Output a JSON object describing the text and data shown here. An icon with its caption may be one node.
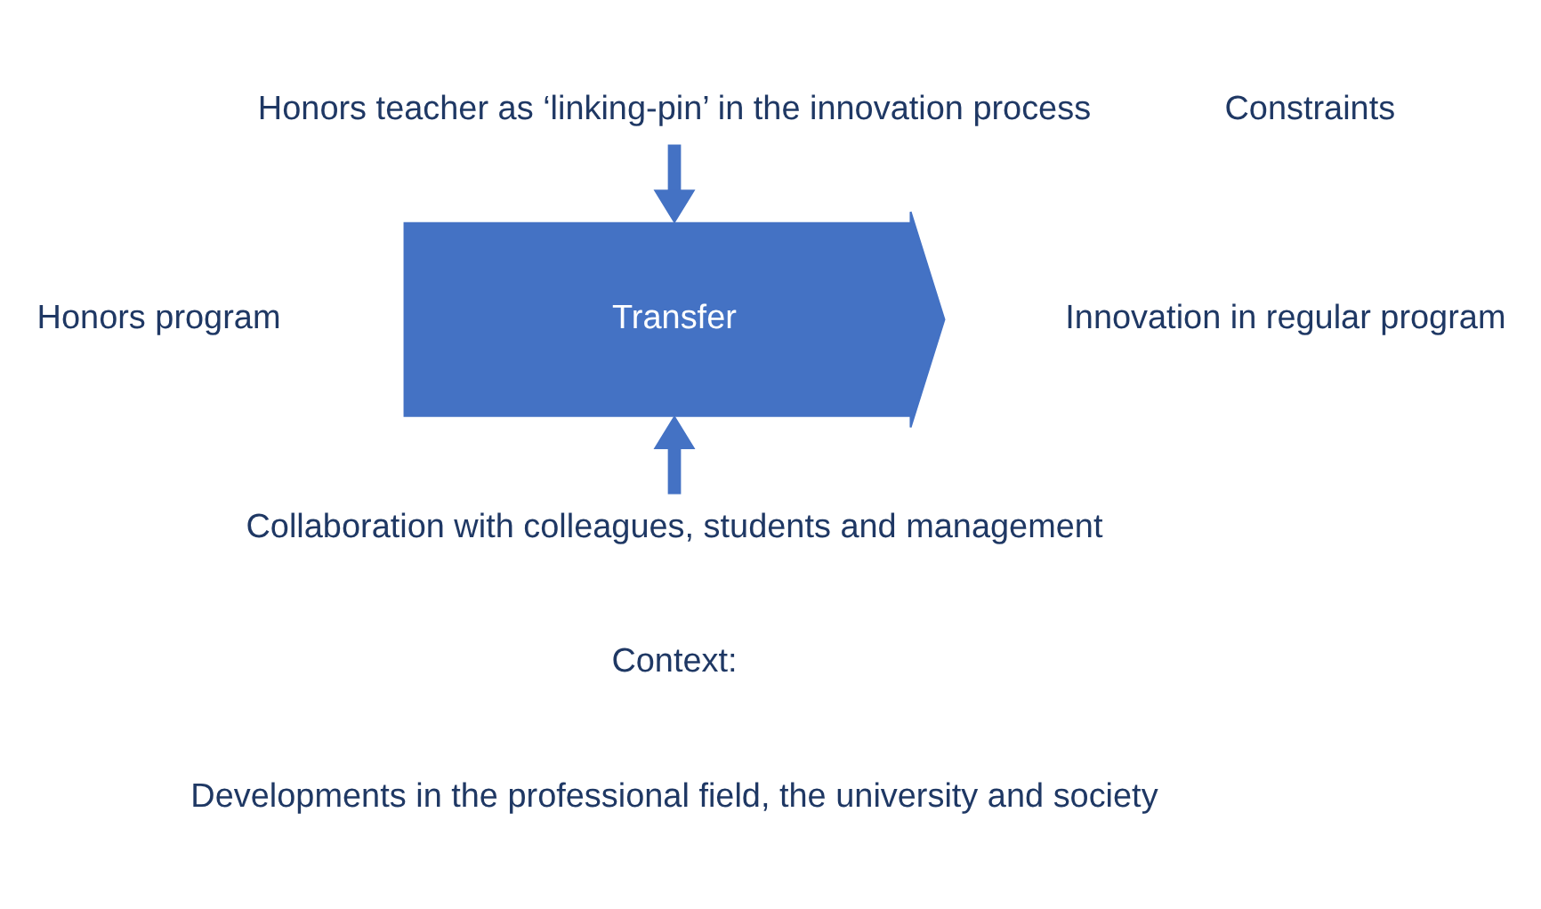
{
  "diagram": {
    "nodes": [
      {
        "text": [
          "Honors teacher as ‘linking-pin’ in the innovation process"
        ]
      },
      {
        "text": [
          "Transfer"
        ]
      },
      {
        "text": [
          "Collaboration with colleagues, students and management"
        ]
      }
    ],
    "edges": [
      {
        "from": 0,
        "to": 1,
        "arrow": "to"
      },
      {
        "from": 2,
        "to": 1,
        "arrow": "to"
      }
    ],
    "labels": [
      "Constraints",
      "Honors program",
      "Innovation in regular program",
      "Context:",
      "Developments in the professional field, the university and society"
    ]
  }
}
